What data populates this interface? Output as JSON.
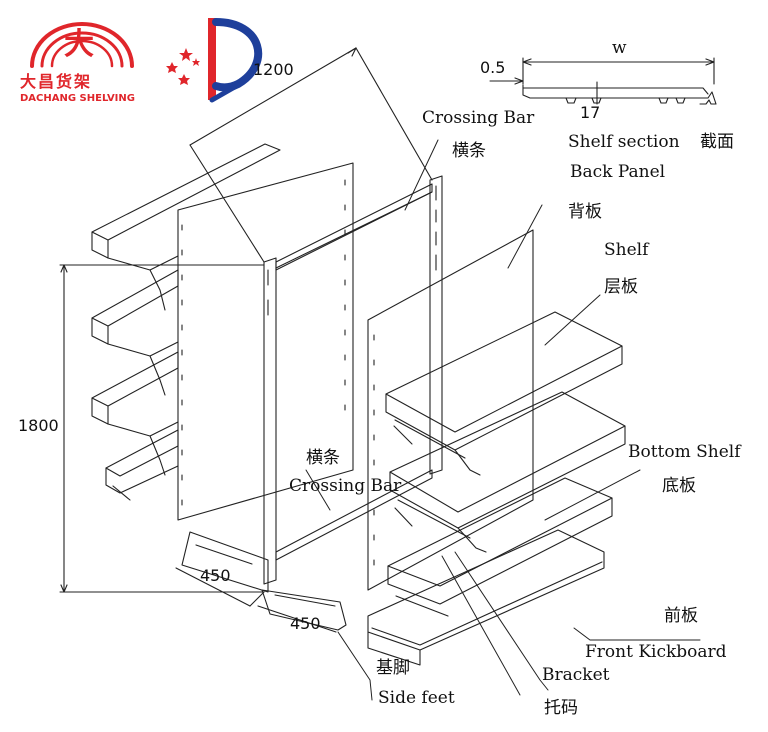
{
  "logo": {
    "glyph": "大",
    "name_cn": "大昌货架",
    "name_en": "DACHANG SHELVING",
    "brand_color": "#e0262b",
    "mark_color": "#1e3f9b"
  },
  "section": {
    "w_label": "w",
    "thickness": "0.5",
    "height": "17",
    "caption_en": "Shelf section",
    "caption_cn": "截面"
  },
  "dimensions": {
    "top_width": "1200",
    "height": "1800",
    "depth_left": "450",
    "depth_right": "450"
  },
  "parts": {
    "crossing_bar_top_en": "Crossing Bar",
    "crossing_bar_top_cn": "横条",
    "back_panel_en": "Back Panel",
    "back_panel_cn": "背板",
    "shelf_en": "Shelf",
    "shelf_cn": "层板",
    "crossing_bar_mid_cn": "横条",
    "crossing_bar_mid_en": "Crossing Bar",
    "bottom_shelf_en": "Bottom Shelf",
    "bottom_shelf_cn": "底板",
    "front_kickboard_cn": "前板",
    "front_kickboard_en": "Front Kickboard",
    "side_feet_cn": "基脚",
    "side_feet_en": "Side feet",
    "bracket_en": "Bracket",
    "bracket_cn": "托码"
  }
}
